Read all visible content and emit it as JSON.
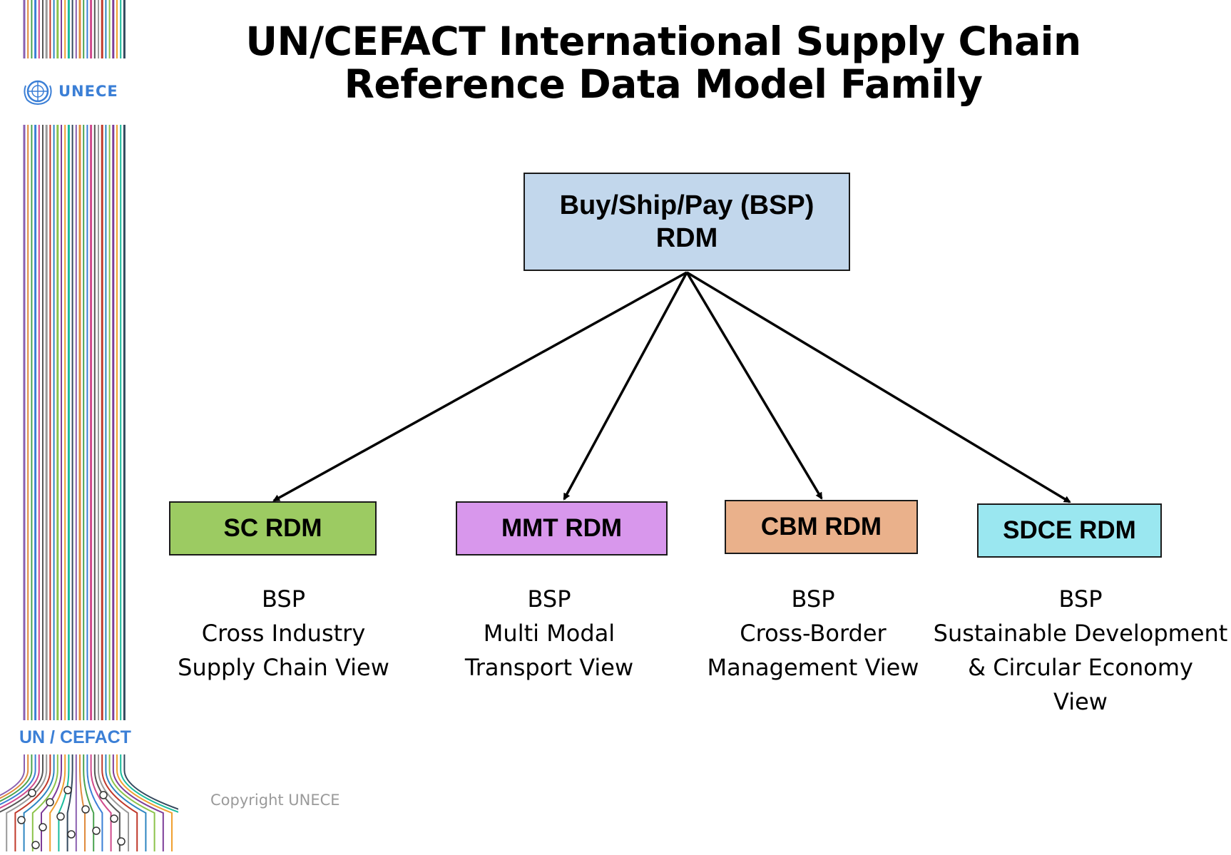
{
  "slide": {
    "title_line1": "UN/CEFACT International Supply Chain",
    "title_line2": "Reference Data Model Family",
    "copyright": "Copyright UNECE"
  },
  "branding": {
    "unece_label": "UNECE",
    "uncefact_label": "UN / CEFACT",
    "logo_icon": "un-emblem-icon",
    "accent_color": "#3b7fd6"
  },
  "root": {
    "line1": "Buy/Ship/Pay (BSP)",
    "line2": "RDM",
    "color": "#c2d7ec"
  },
  "children": [
    {
      "label": "SC RDM",
      "color": "#9ccb62",
      "desc": [
        "BSP",
        "Cross Industry",
        "Supply Chain View"
      ]
    },
    {
      "label": "MMT RDM",
      "color": "#d897ec",
      "desc": [
        "BSP",
        "Multi Modal",
        "Transport View"
      ]
    },
    {
      "label": "CBM RDM",
      "color": "#eab18b",
      "desc": [
        "BSP",
        "Cross-Border",
        "Management View"
      ]
    },
    {
      "label": "SDCE RDM",
      "color": "#9ae7f0",
      "desc": [
        "BSP",
        "Sustainable Development",
        "& Circular Economy",
        "View"
      ]
    }
  ]
}
